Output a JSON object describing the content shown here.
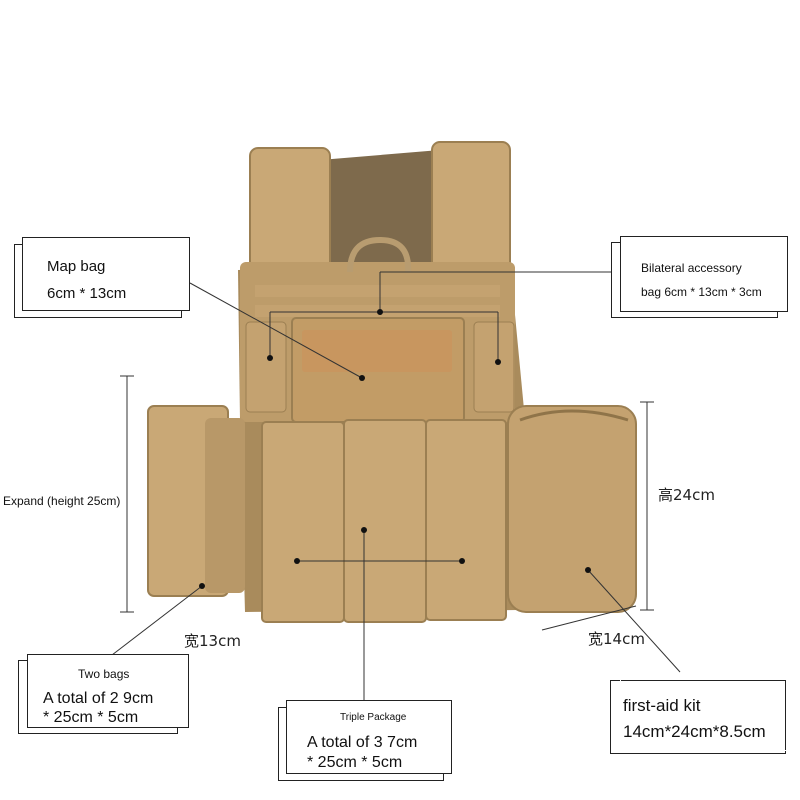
{
  "callouts": {
    "map_bag": {
      "title": "Map bag",
      "size": "6cm * 13cm"
    },
    "bilateral_accessory": {
      "title": "Bilateral accessory",
      "size": "bag 6cm * 13cm * 3cm"
    },
    "two_bags": {
      "title": "Two bags",
      "line1": "A total of 2 9cm",
      "line2": "* 25cm * 5cm"
    },
    "triple_package": {
      "title": "Triple Package",
      "line1": "A total of 3 7cm",
      "line2": "* 25cm * 5cm"
    },
    "first_aid_kit": {
      "title": "first-aid kit",
      "size": "14cm*24cm*8.5cm"
    }
  },
  "dimensions": {
    "expand_height": "Expand (height 25cm)",
    "height_24": "高24cm",
    "width_13": "宽13cm",
    "width_14": "宽14cm"
  },
  "colors": {
    "vest": "#c9a876",
    "vest_dark": "#a98b5c",
    "vest_shadow": "#8f7449",
    "patch": "#c8965f"
  }
}
